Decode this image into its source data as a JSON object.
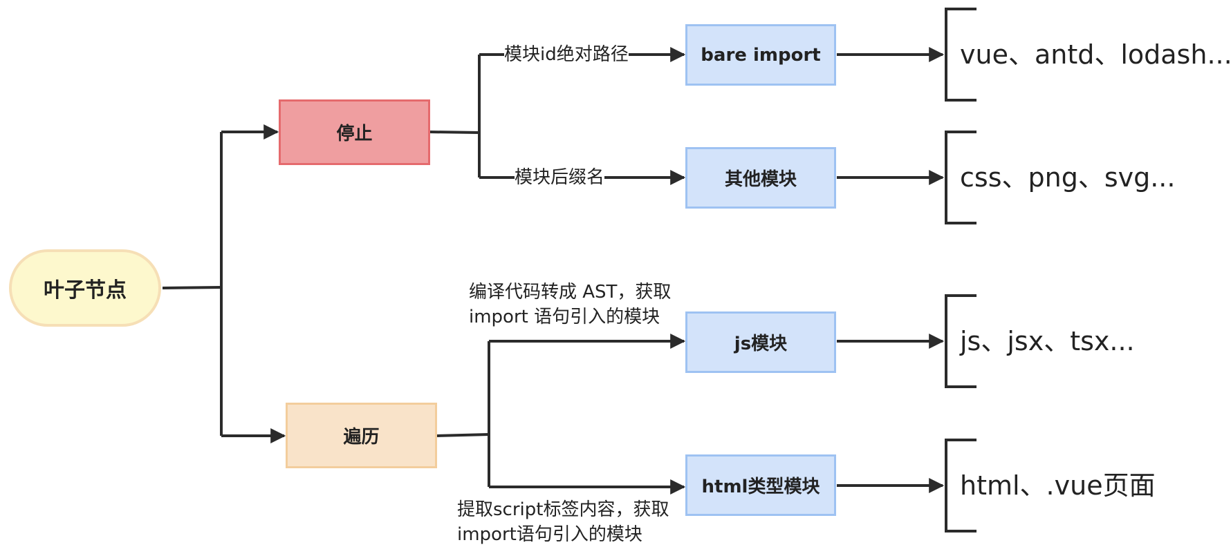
{
  "nodes": {
    "root": "叶子节点",
    "stop": "停止",
    "walk": "遍历",
    "bare_import": "bare import",
    "other_modules": "其他模块",
    "js_modules": "js模块",
    "html_modules": "html类型模块"
  },
  "edge_labels": {
    "absolute_path": "模块id绝对路径",
    "suffix": "模块后缀名",
    "compile_ast_line1": "编译代码转成 AST，获取",
    "compile_ast_line2": "import 语句引入的模块",
    "extract_script_line1": "提取script标签内容，获取",
    "extract_script_line2": "import语句引入的模块"
  },
  "results": {
    "bare_import": "vue、antd、lodash...",
    "other_modules": "css、png、svg...",
    "js_modules": "js、jsx、tsx...",
    "html_modules": "html、.vue页面"
  },
  "colors": {
    "line": "#2b2b2b",
    "root_fill": "#fdf8cd",
    "root_border": "#f6dfb6",
    "stop_fill": "#ef9ea0",
    "stop_border": "#e56a6d",
    "walk_fill": "#f9e3c9",
    "walk_border": "#f3cd9c",
    "module_fill": "#d3e3fa",
    "module_border": "#9ec2f2"
  }
}
